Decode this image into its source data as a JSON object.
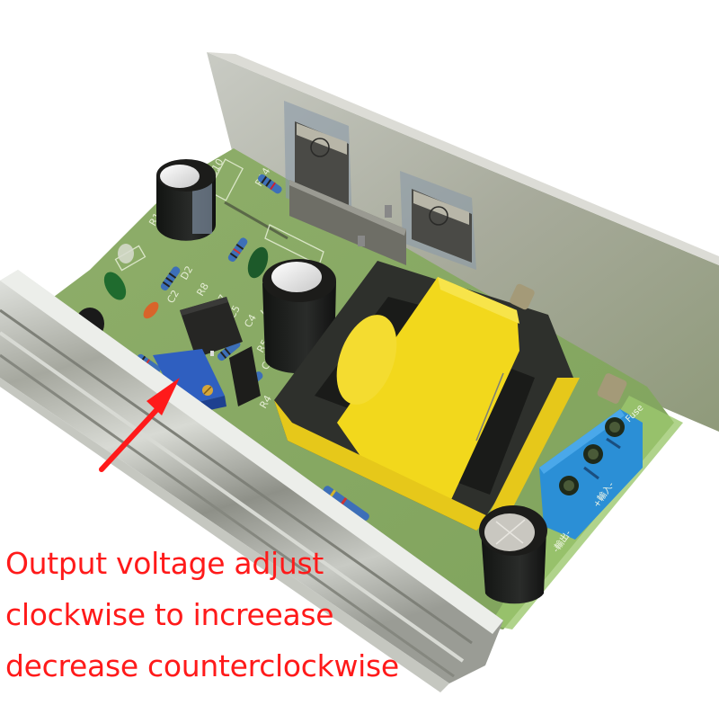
{
  "image": {
    "subject": "DC-DC boost converter power module in aluminum heatsink chassis",
    "background_color": "#ffffff"
  },
  "annotation": {
    "arrow_color": "#ff1a1a",
    "arrow_target": "blue trimmer potentiometer",
    "caption_lines": [
      "Output voltage adjust",
      "clockwise to increease",
      "decrease counterclockwise"
    ],
    "caption_color": "#ff1a1a"
  },
  "pcb": {
    "silkscreen_labels": [
      "R1",
      "C10",
      "D2",
      "R8",
      "R7",
      "C5",
      "C4",
      "C2",
      "R5",
      "C3",
      "R4",
      "R14",
      "D1"
    ],
    "terminal_labels": {
      "fuse": "Fuse",
      "input": "+輸入-",
      "output": "-輸出-"
    },
    "colors": {
      "pcb": "#8fae6a",
      "heatsink": "#b9bcb4",
      "transformer_bobbin": "#f2d81c",
      "transformer_core": "#2e302c",
      "terminal_block": "#2b8fd6",
      "potentiometer": "#2f5fc0",
      "capacitor": "#1c1e1c"
    }
  }
}
